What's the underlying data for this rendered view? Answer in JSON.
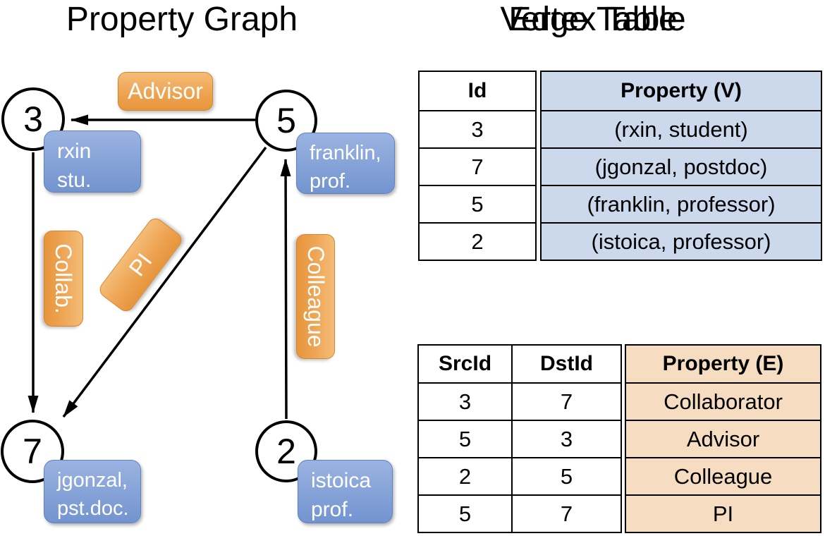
{
  "graph": {
    "title": "Property Graph",
    "nodes": [
      {
        "id": "3",
        "line1": "rxin",
        "line2": "stu."
      },
      {
        "id": "5",
        "line1": "franklin,",
        "line2": "prof."
      },
      {
        "id": "7",
        "line1": "jgonzal,",
        "line2": "pst.doc."
      },
      {
        "id": "2",
        "line1": "istoica",
        "line2": "prof."
      }
    ],
    "edges": [
      {
        "label": "Advisor",
        "src": "5",
        "dst": "3"
      },
      {
        "label": "Collab.",
        "src": "3",
        "dst": "7"
      },
      {
        "label": "PI",
        "src": "5",
        "dst": "7"
      },
      {
        "label": "Colleague",
        "src": "2",
        "dst": "5"
      }
    ]
  },
  "vertex_table": {
    "title": "Vertex Table",
    "columns": {
      "id": "Id",
      "property": "Property (V)"
    },
    "rows": [
      {
        "id": "3",
        "property": "(rxin, student)"
      },
      {
        "id": "7",
        "property": "(jgonzal, postdoc)"
      },
      {
        "id": "5",
        "property": "(franklin, professor)"
      },
      {
        "id": "2",
        "property": "(istoica, professor)"
      }
    ]
  },
  "edge_table": {
    "title": "Edge Table",
    "columns": {
      "src": "SrcId",
      "dst": "DstId",
      "property": "Property (E)"
    },
    "rows": [
      {
        "src": "3",
        "dst": "7",
        "property": "Collaborator"
      },
      {
        "src": "5",
        "dst": "3",
        "property": "Advisor"
      },
      {
        "src": "2",
        "dst": "5",
        "property": "Colleague"
      },
      {
        "src": "5",
        "dst": "7",
        "property": "PI"
      }
    ]
  },
  "colors": {
    "edge_label_orange": "#eda24f",
    "vertex_box_blue": "#7e9cd4",
    "vertex_property_bg": "#ccd9ed",
    "edge_property_bg": "#f6dcc0",
    "line_black": "#000000"
  }
}
